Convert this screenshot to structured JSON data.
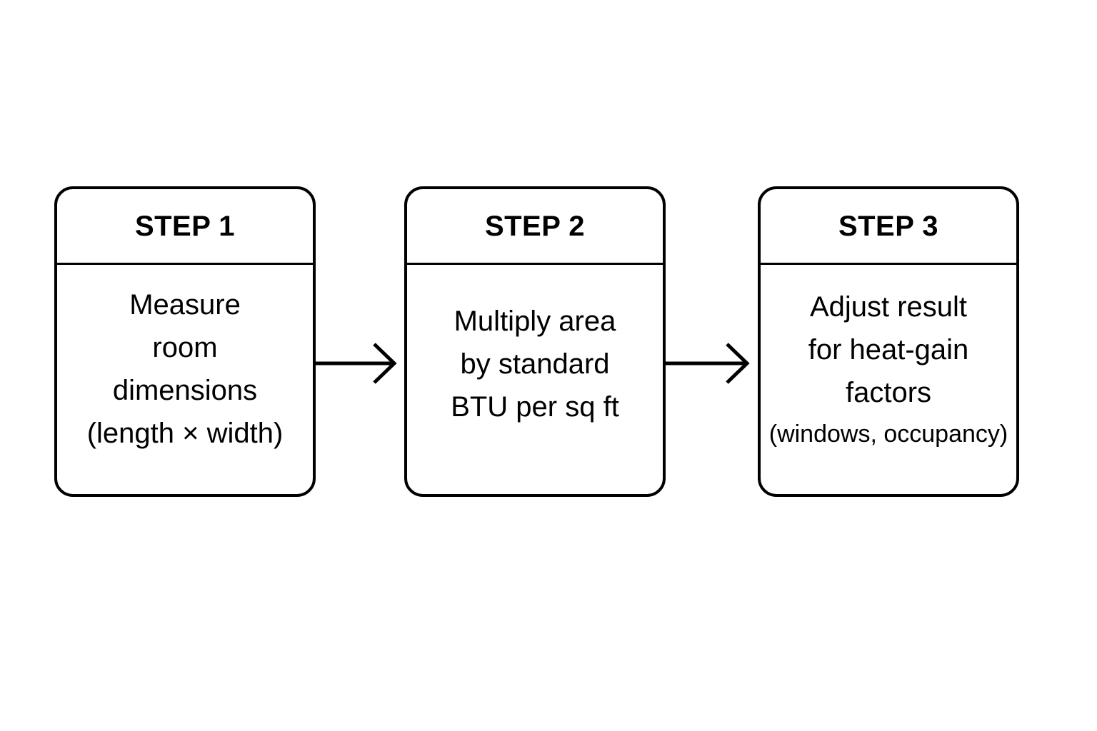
{
  "diagram": {
    "type": "flowchart",
    "orientation": "horizontal-left-to-right",
    "background_color": "#ffffff",
    "stroke_color": "#000000",
    "steps": [
      {
        "title": "STEP 1",
        "lines": [
          {
            "text": "Measure",
            "size": "normal"
          },
          {
            "text": "room",
            "size": "normal"
          },
          {
            "text": "dimensions",
            "size": "normal"
          },
          {
            "text": "(length × width)",
            "size": "normal"
          }
        ]
      },
      {
        "title": "STEP 2",
        "lines": [
          {
            "text": "Multiply area",
            "size": "normal"
          },
          {
            "text": "by standard",
            "size": "normal"
          },
          {
            "text": "BTU per sq ft",
            "size": "normal"
          }
        ]
      },
      {
        "title": "STEP 3",
        "lines": [
          {
            "text": "Adjust result",
            "size": "normal"
          },
          {
            "text": "for heat-gain",
            "size": "normal"
          },
          {
            "text": "factors",
            "size": "normal"
          },
          {
            "text": "(windows, occupancy)",
            "size": "small"
          }
        ]
      }
    ],
    "connectors": [
      {
        "from": "STEP 1",
        "to": "STEP 2",
        "style": "open-arrowhead"
      },
      {
        "from": "STEP 2",
        "to": "STEP 3",
        "style": "open-arrowhead"
      }
    ]
  }
}
